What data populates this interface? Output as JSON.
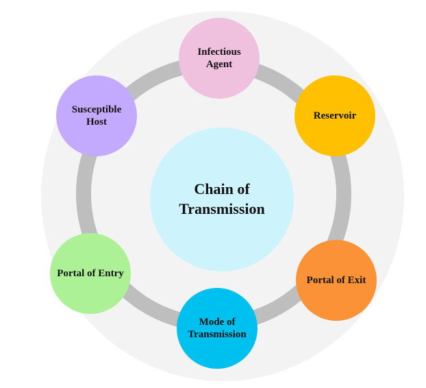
{
  "diagram": {
    "center": {
      "label": "Chain of Transmission",
      "color": "#cdf3fd"
    },
    "nodes": [
      {
        "id": "infectious-agent",
        "label": "Infectious Agent",
        "color": "#efc1df"
      },
      {
        "id": "reservoir",
        "label": "Reservoir",
        "color": "#fec000"
      },
      {
        "id": "portal-of-exit",
        "label": "Portal of Exit",
        "color": "#fc9237"
      },
      {
        "id": "mode-of-transmission",
        "label": "Mode of Transmission",
        "color": "#00c0f0"
      },
      {
        "id": "portal-of-entry",
        "label": "Portal of Entry",
        "color": "#adf197"
      },
      {
        "id": "susceptible-host",
        "label": "Susceptible Host",
        "color": "#c4aafe"
      }
    ],
    "ring_color": "#bebebe"
  }
}
